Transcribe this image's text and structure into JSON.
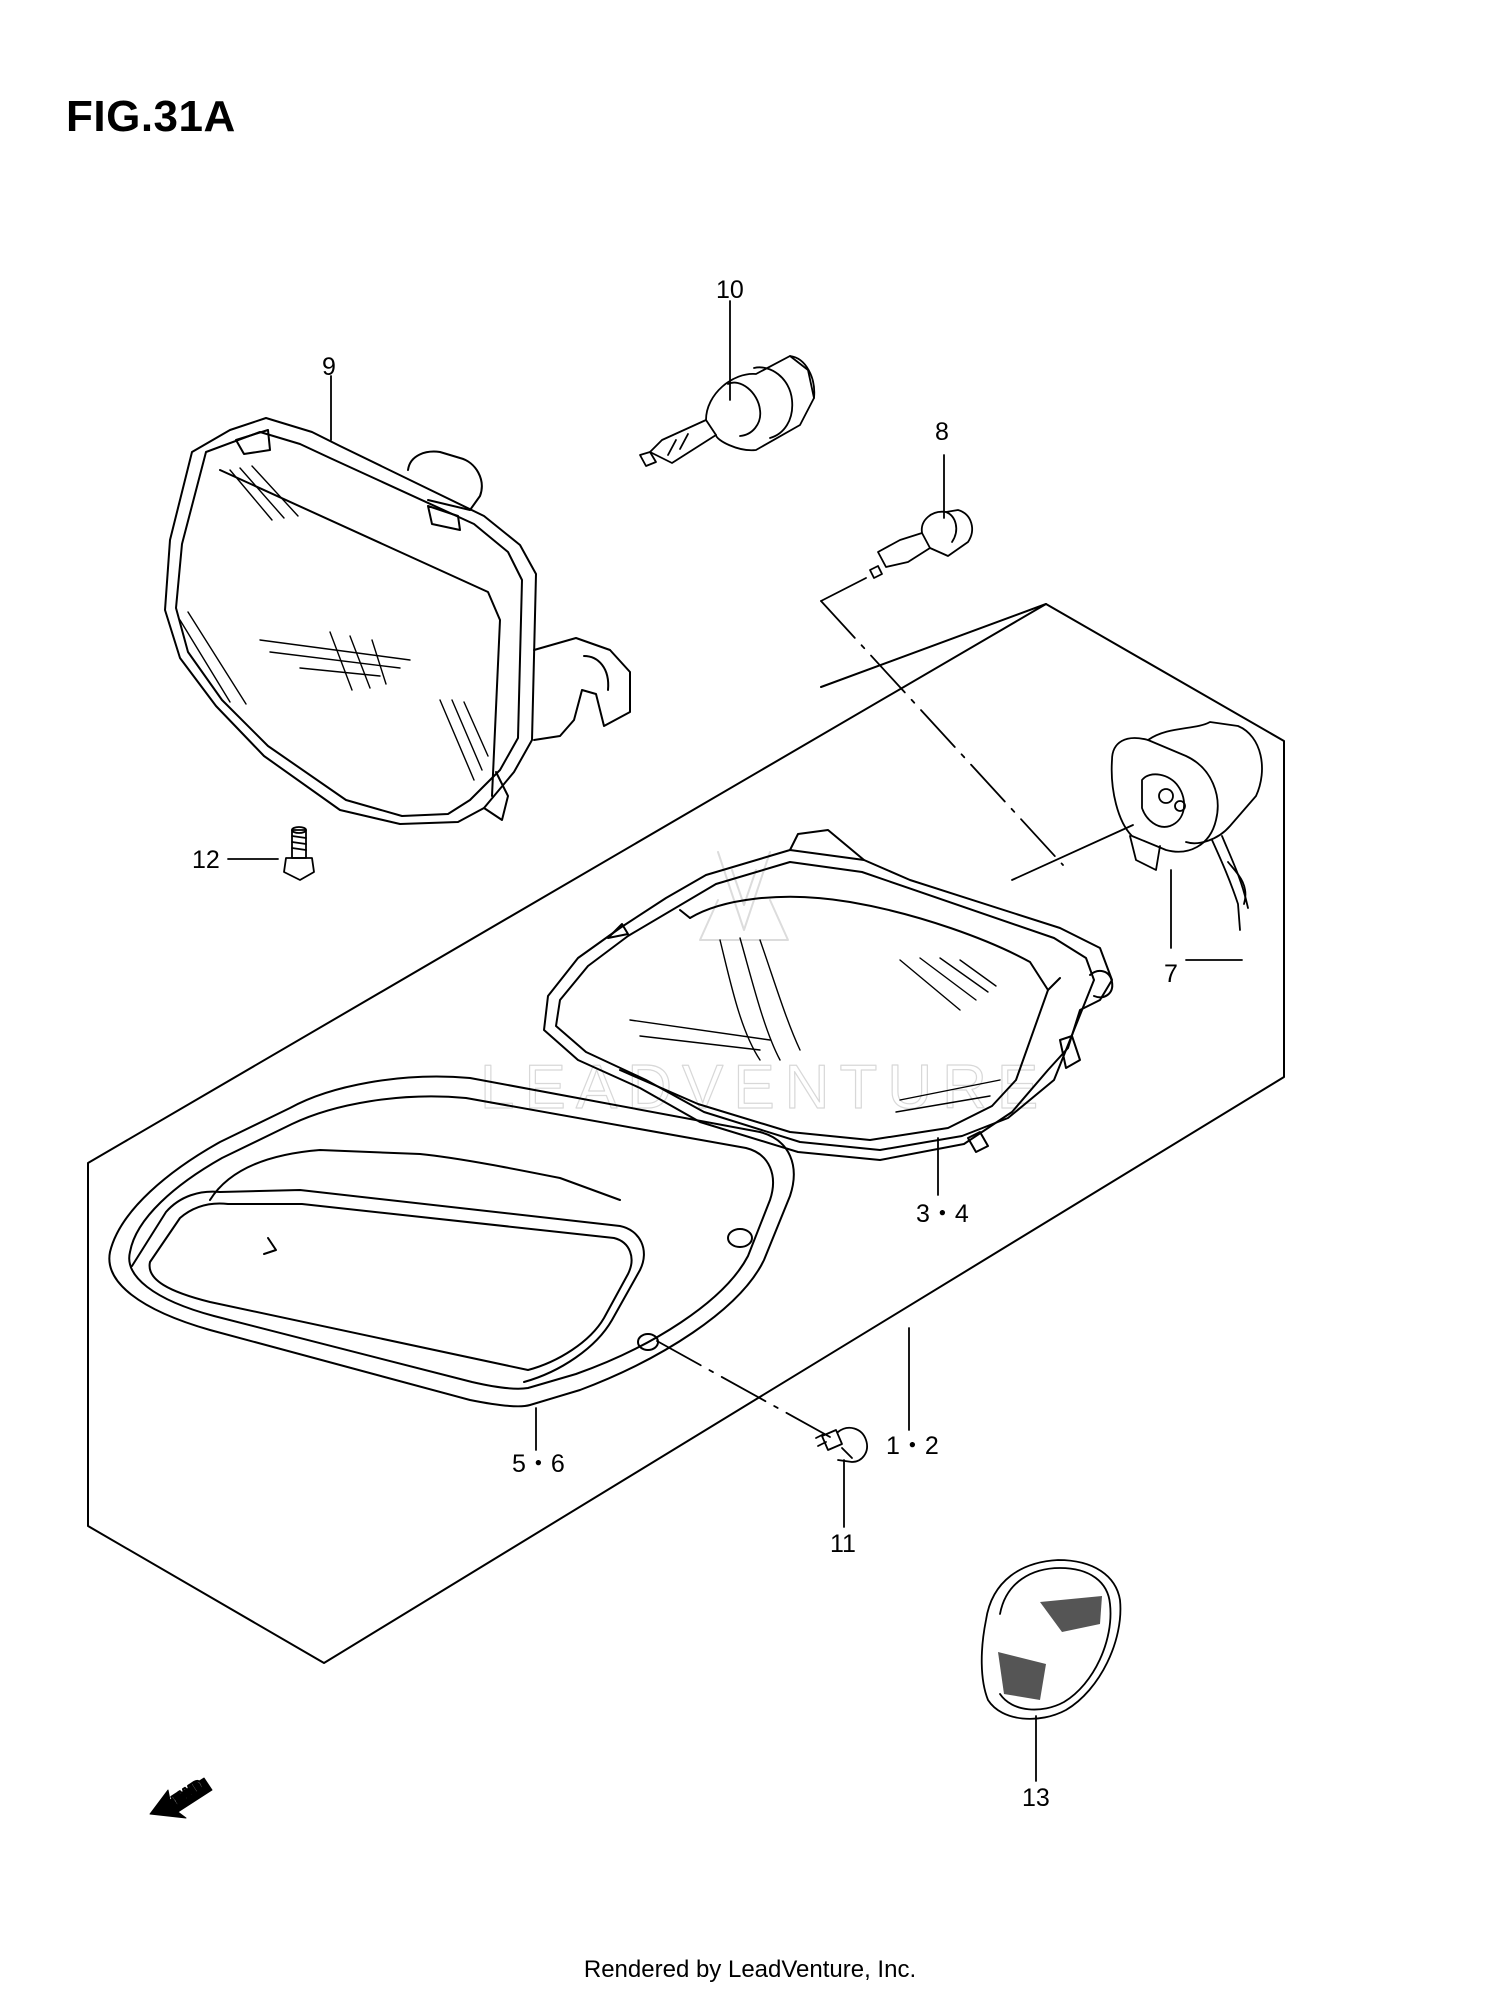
{
  "figure": {
    "title": "FIG.31A"
  },
  "watermark": {
    "text": "LEADVENTURE"
  },
  "direction_marker": {
    "text": "FWD",
    "icon": "fwd-arrow-icon"
  },
  "callouts": [
    {
      "id": "c10",
      "label": "10"
    },
    {
      "id": "c9",
      "label": "9"
    },
    {
      "id": "c8",
      "label": "8"
    },
    {
      "id": "c12",
      "label": "12"
    },
    {
      "id": "c7",
      "label": "7"
    },
    {
      "id": "c34",
      "label": "3・4"
    },
    {
      "id": "c12b",
      "label": "1・2"
    },
    {
      "id": "c56",
      "label": "5・6"
    },
    {
      "id": "c11",
      "label": "11"
    },
    {
      "id": "c13",
      "label": "13"
    }
  ],
  "footer": {
    "text": "Rendered by LeadVenture, Inc."
  }
}
